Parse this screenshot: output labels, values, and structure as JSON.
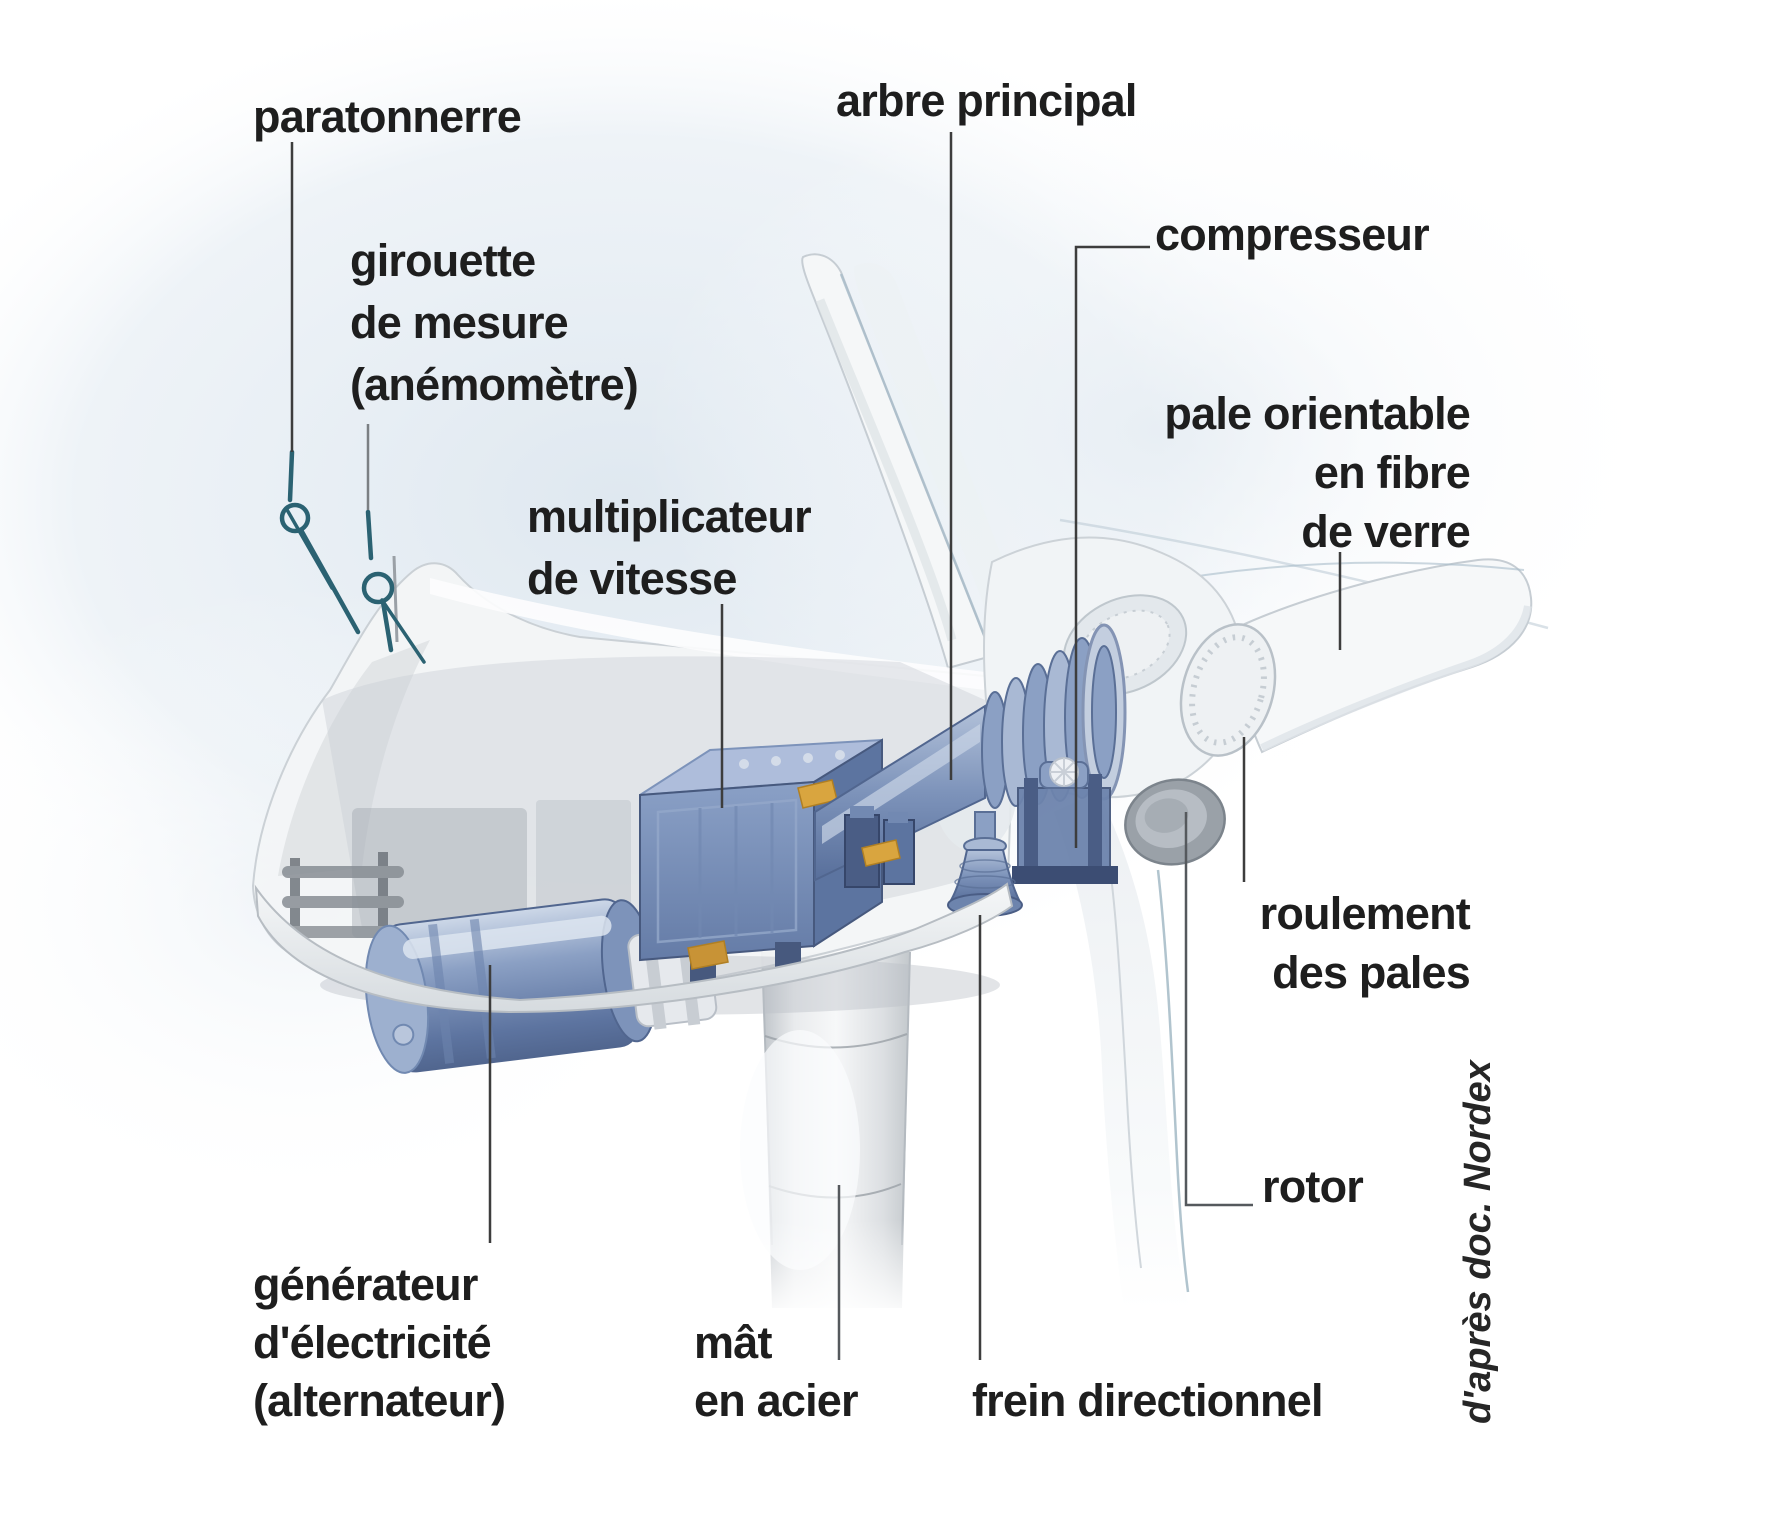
{
  "figure": {
    "subject": "wind-turbine-cutaway",
    "labels": {
      "paratonnerre": {
        "l1": "paratonnerre"
      },
      "girouette": {
        "l1": "girouette",
        "l2": "de mesure",
        "l3": "(anémomètre)"
      },
      "arbre": {
        "l1": "arbre principal"
      },
      "compresseur": {
        "l1": "compresseur"
      },
      "pale": {
        "l1": "pale orientable",
        "l2": "en fibre",
        "l3": "de verre"
      },
      "multiplicateur": {
        "l1": "multiplicateur",
        "l2": "de vitesse"
      },
      "roulement": {
        "l1": "roulement",
        "l2": "des pales"
      },
      "rotor": {
        "l1": "rotor"
      },
      "generateur": {
        "l1": "générateur",
        "l2": "d'électricité",
        "l3": "(alternateur)"
      },
      "mat": {
        "l1": "mât",
        "l2": "en acier"
      },
      "frein": {
        "l1": "frein directionnel"
      },
      "credit": {
        "l1": "d'après doc. Nordex"
      }
    },
    "colors": {
      "text": "#1e1e1e",
      "leader_line": "#3d3d3d",
      "machinery_blue": "#8ba0c4",
      "machinery_dark_blue": "#4a5d85",
      "shell_white": "#f4f6f7",
      "antenna_teal": "#2b6272",
      "gold_accent": "#d9a53f",
      "tower_gray": "#cdd1d5",
      "background_tint": "#e3ebf2"
    }
  }
}
